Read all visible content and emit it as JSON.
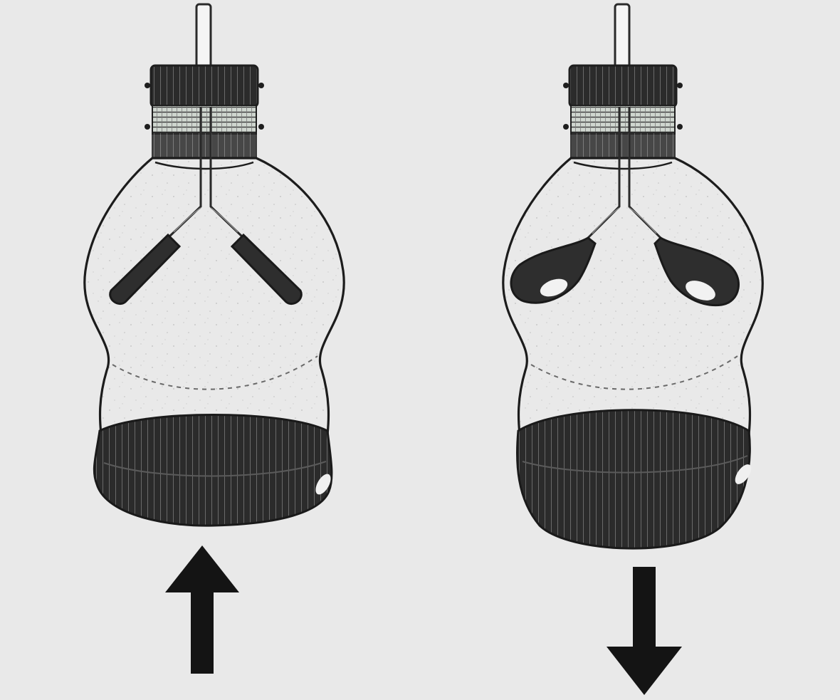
{
  "figure": {
    "background": "#e9e9e9",
    "ink_color": "#222222",
    "panels": [
      {
        "id": "left",
        "lungs": "deflated",
        "diaphragm": "pushed-up",
        "arrow_direction": "up",
        "arrow_icon": "arrow-up-icon"
      },
      {
        "id": "right",
        "lungs": "inflated",
        "diaphragm": "pulled-down",
        "arrow_direction": "down",
        "arrow_icon": "arrow-down-icon"
      }
    ]
  }
}
